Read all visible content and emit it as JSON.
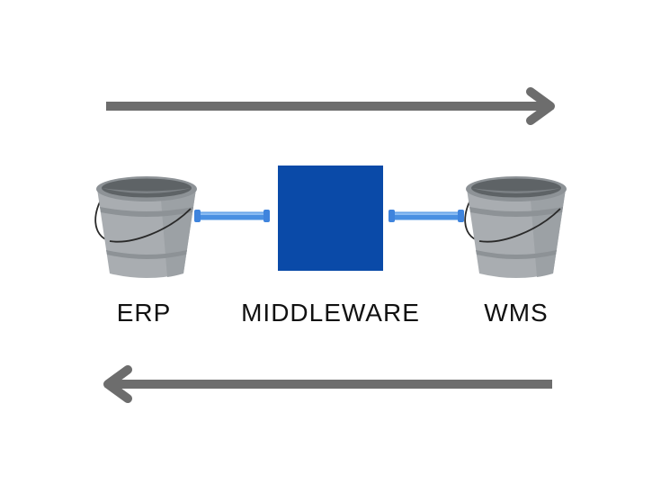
{
  "labels": {
    "erp": "ERP",
    "middleware": "MIDDLEWARE",
    "wms": "WMS"
  },
  "colors": {
    "arrow": "#6d6d6d",
    "middleware_box": "#0a4aa8",
    "pipe": "#4a90e2",
    "pipe_highlight": "#8bbcf2",
    "bucket_body": "#a9adb1",
    "bucket_rim": "#8d9296",
    "bucket_inner": "#5e6366",
    "bucket_handle": "#2a2a2a"
  },
  "icons": {
    "left_bucket": "bucket-icon",
    "right_bucket": "bucket-icon",
    "left_pipe": "pipe-icon",
    "right_pipe": "pipe-icon",
    "top_arrow": "arrow-right-icon",
    "bottom_arrow": "arrow-left-icon"
  }
}
